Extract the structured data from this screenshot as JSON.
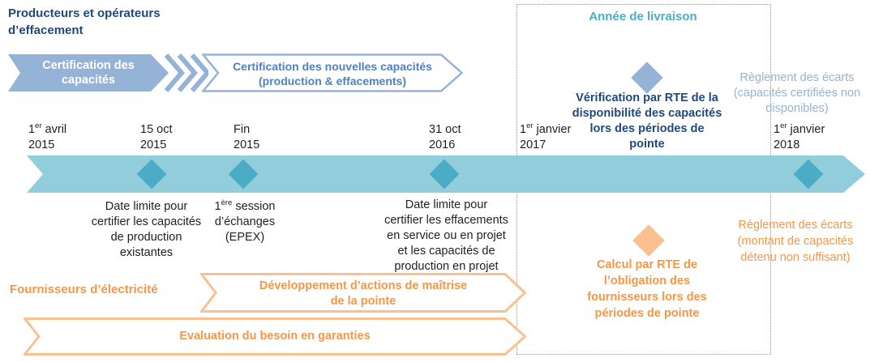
{
  "colors": {
    "dark_blue": "#1F497D",
    "blue_gray": "#95B3D7",
    "medium_blue": "#4F81BD",
    "teal": "#4BACC6",
    "teal_light": "#92CDDC",
    "orange": "#F79646",
    "orange_light": "#FAC090"
  },
  "actors": {
    "producers": "Producteurs et opérateurs\nd’effacement",
    "suppliers": "Fournisseurs d’électricité"
  },
  "process_arrows": {
    "certification": "Certification des\ncapacités",
    "certification_new": "Certification des nouvelles capacités\n(production & effacements)",
    "demand_side": "Développement d’actions de maîtrise\nde la pointe",
    "guarantees": "Evaluation du besoin en garanties"
  },
  "delivery_year_box": {
    "title": "Année de livraison"
  },
  "timeline": {
    "dates": [
      {
        "pre": "1",
        "sup": "er",
        "post": " avril\n2015"
      },
      {
        "pre": "15 oct",
        "sup": "",
        "post": "\n2015"
      },
      {
        "pre": "Fin",
        "sup": "",
        "post": "\n2015"
      },
      {
        "pre": "31 oct",
        "sup": "",
        "post": "\n2016"
      },
      {
        "pre": "1",
        "sup": "er",
        "post": " janvier\n2017"
      },
      {
        "pre": "1",
        "sup": "er",
        "post": " janvier\n2018"
      }
    ],
    "milestones": [
      {
        "pre": "",
        "sup": "",
        "post": "Date limite pour\ncertifier les capacités\nde production\nexistantes"
      },
      {
        "pre": "1",
        "sup": "ère",
        "post": " session\nd’échanges\n(EPEX)"
      },
      {
        "pre": "",
        "sup": "",
        "post": "Date limite pour\ncertifier les effacements\nen service ou en projet\net les capacités de\nproduction en projet"
      }
    ]
  },
  "annotations": {
    "verification": "Vérification par RTE de la\ndisponibilité des capacités\nlors des périodes de\npointe",
    "settlement_capacity": "Règlement des écarts\n(capacités certifiées non\ndisponibles)",
    "obligation_calc": "Calcul par RTE de\nl’obligation des\nfournisseurs lors des\npériodes de pointe",
    "settlement_amount": "Règlement des écarts\n(montant de capacités\ndétenu non suffisant)"
  }
}
